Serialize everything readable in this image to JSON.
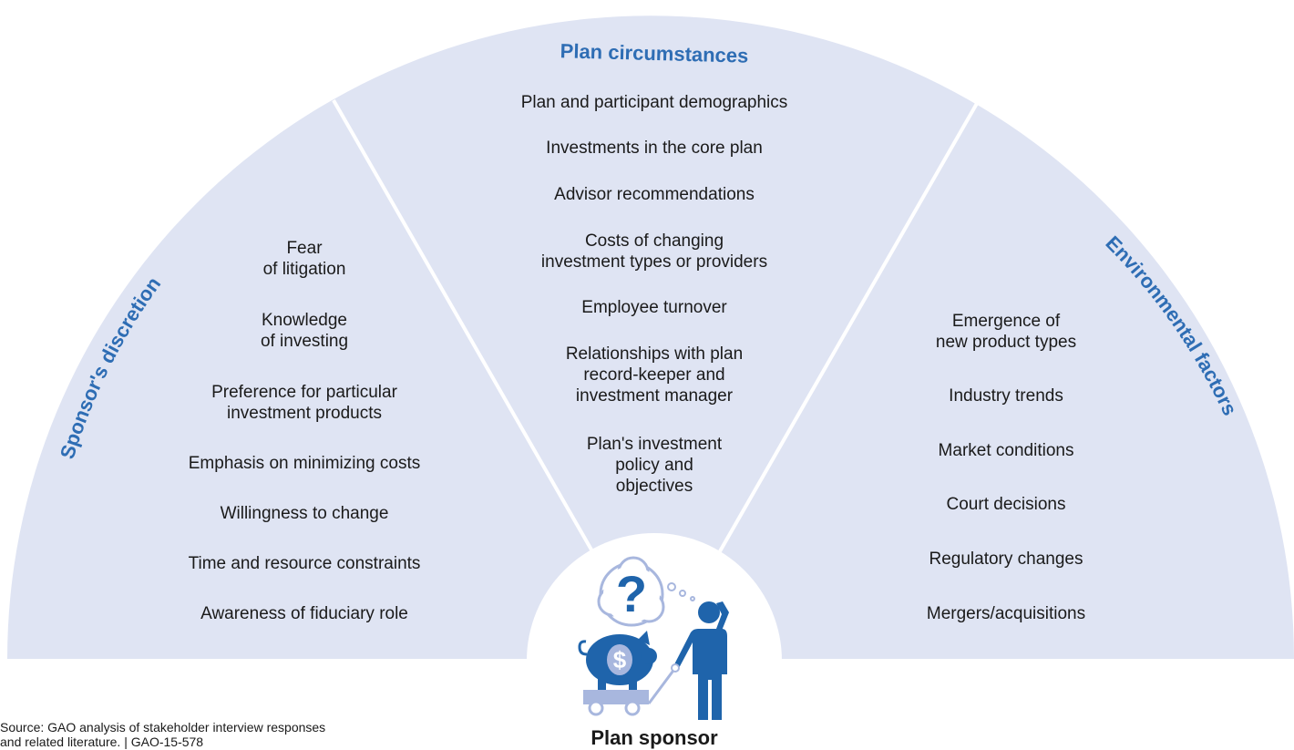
{
  "colors": {
    "fan_fill": "#dfe4f3",
    "divider": "#ffffff",
    "heading": "#2e6db4",
    "icon_dark": "#1f64ab",
    "icon_light": "#a8b7de"
  },
  "sections": {
    "left": {
      "heading": "Sponsor's discretion",
      "items": [
        "Fear\nof litigation",
        "Knowledge\nof investing",
        "Preference for particular\ninvestment products",
        "Emphasis on minimizing costs",
        "Willingness to change",
        "Time and resource constraints",
        "Awareness of fiduciary role"
      ]
    },
    "center": {
      "heading": "Plan circumstances",
      "items": [
        "Plan and participant demographics",
        "Investments in the core plan",
        "Advisor recommendations",
        "Costs of changing\ninvestment types or providers",
        "Employee turnover",
        "Relationships with plan\nrecord-keeper and\ninvestment manager",
        "Plan's investment\npolicy and\nobjectives"
      ]
    },
    "right": {
      "heading": "Environmental factors",
      "items": [
        "Emergence of\nnew product types",
        "Industry trends",
        "Market conditions",
        "Court decisions",
        "Regulatory changes",
        "Mergers/acquisitions"
      ]
    }
  },
  "icon": {
    "name": "plan-sponsor-illustration",
    "question_mark": "?",
    "dollar_sign": "$"
  },
  "center_label": "Plan sponsor",
  "source": "Source: GAO analysis of stakeholder interview responses\nand related literature.  |  GAO-15-578"
}
